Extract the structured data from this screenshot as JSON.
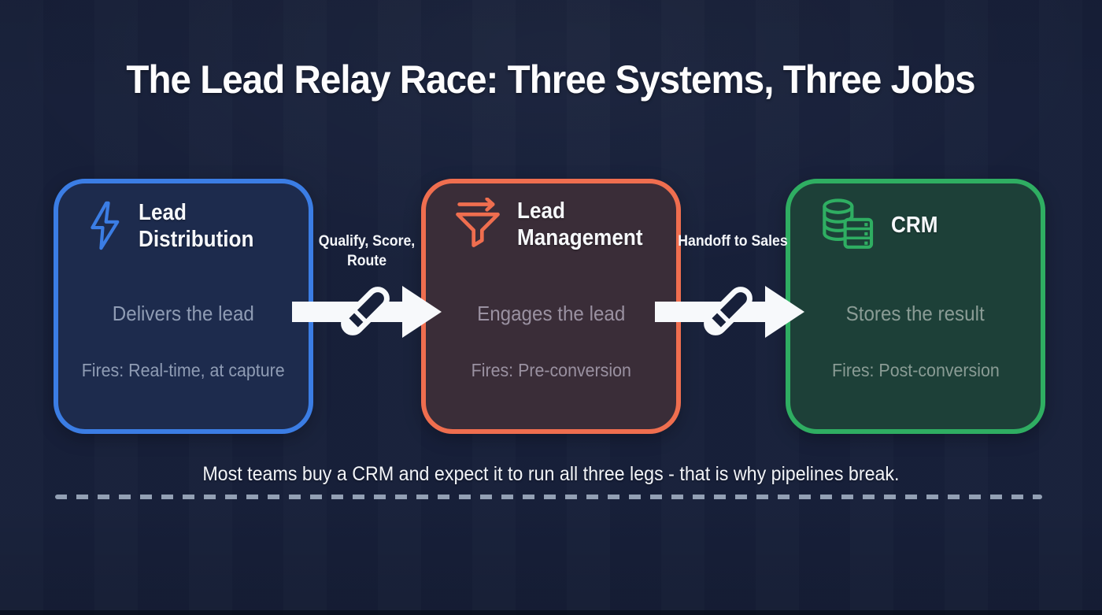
{
  "title": "The Lead Relay Race: Three Systems, Three Jobs",
  "cards": [
    {
      "title": "Lead Distribution",
      "subtitle": "Delivers the lead",
      "fires": "Fires: Real-time, at capture",
      "icon": "lightning-bolt-icon",
      "accent": "#3b7de4"
    },
    {
      "title": "Lead Management",
      "subtitle": "Engages the lead",
      "fires": "Fires: Pre-conversion",
      "icon": "funnel-arrow-icon",
      "accent": "#ef6e4f"
    },
    {
      "title": "CRM",
      "subtitle": "Stores the result",
      "fires": "Fires: Post-conversion",
      "icon": "database-server-icon",
      "accent": "#2fae62"
    }
  ],
  "connectors": [
    {
      "label": "Qualify, Score, Route",
      "icon": "relay-baton-arrow-icon"
    },
    {
      "label": "Handoff to Sales",
      "icon": "relay-baton-arrow-icon"
    }
  ],
  "footnote": "Most teams buy a CRM and expect it to run all three legs - that is why pipelines break.",
  "colors": {
    "background": "#17203a",
    "distribution_accent": "#3b7de4",
    "management_accent": "#ef6e4f",
    "crm_accent": "#2fae62",
    "arrow": "#f7f9fb",
    "dash": "#93a0b4"
  }
}
